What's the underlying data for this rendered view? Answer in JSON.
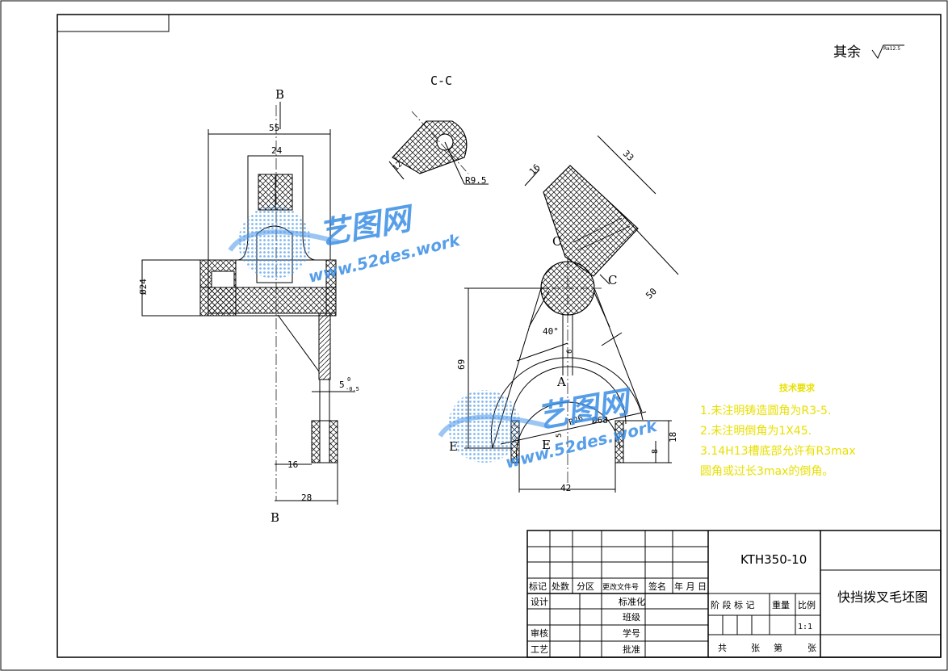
{
  "colors": {
    "line": "#000000",
    "notes_text": "#e8e000",
    "watermark": "#3a8ee6"
  },
  "header": {
    "roughness_prefix": "其余",
    "roughness_value": "Ra12.5"
  },
  "views": {
    "section_b_top": "B",
    "section_b_bottom": "B",
    "section_c_title": "C-C",
    "c_mark_left": "C",
    "c_mark_right": "C",
    "a_mark": "A",
    "e_mark_left": "E",
    "e_mark_mid": "E"
  },
  "dimensions": {
    "d55": "55",
    "d24": "24",
    "phi24": "Ø24",
    "d5": "5",
    "d5_upper": "0",
    "d5_lower": "-0.5",
    "d16_left": "16",
    "d28": "28",
    "d12": "12",
    "r9_5": "R9.5",
    "d16_right": "16",
    "d33": "33",
    "d50": "50",
    "d69": "69",
    "d40deg": "40°",
    "d6": "6",
    "r26": "R26",
    "phi68": "Ø68",
    "d5b": "5",
    "d18": "18",
    "d8": "8",
    "d42": "42"
  },
  "notes": {
    "title": "技术要求",
    "line1": "1.未注明铸造圆角为R3-5.",
    "line2": "2.未注明倒角为1X45.",
    "line3": "3.14H13槽底部允许有R3max",
    "line4": "圆角或过长3max的倒角。"
  },
  "title_block": {
    "drawing_number": "KTH350-10",
    "part_name": "快挡拨叉毛坯图",
    "col_labels": [
      "标记",
      "处数",
      "分区",
      "更改文件号",
      "签名",
      "年 月 日"
    ],
    "row_design": "设计",
    "row_standard": "标准化",
    "row_class": "班级",
    "row_review": "审核",
    "row_student_no": "学号",
    "row_process": "工艺",
    "row_approve": "批准",
    "stage_label": "阶 段 标 记",
    "weight_label": "重量",
    "scale_label": "比例",
    "scale_value": "1:1",
    "sheet_total": "共",
    "sheet_unit1": "张",
    "sheet_of": "第",
    "sheet_unit2": "张"
  },
  "watermark": {
    "brand1": "艺图网",
    "url1": "www.52des.work",
    "brand2": "艺图网",
    "url2": "www.52des.work"
  }
}
